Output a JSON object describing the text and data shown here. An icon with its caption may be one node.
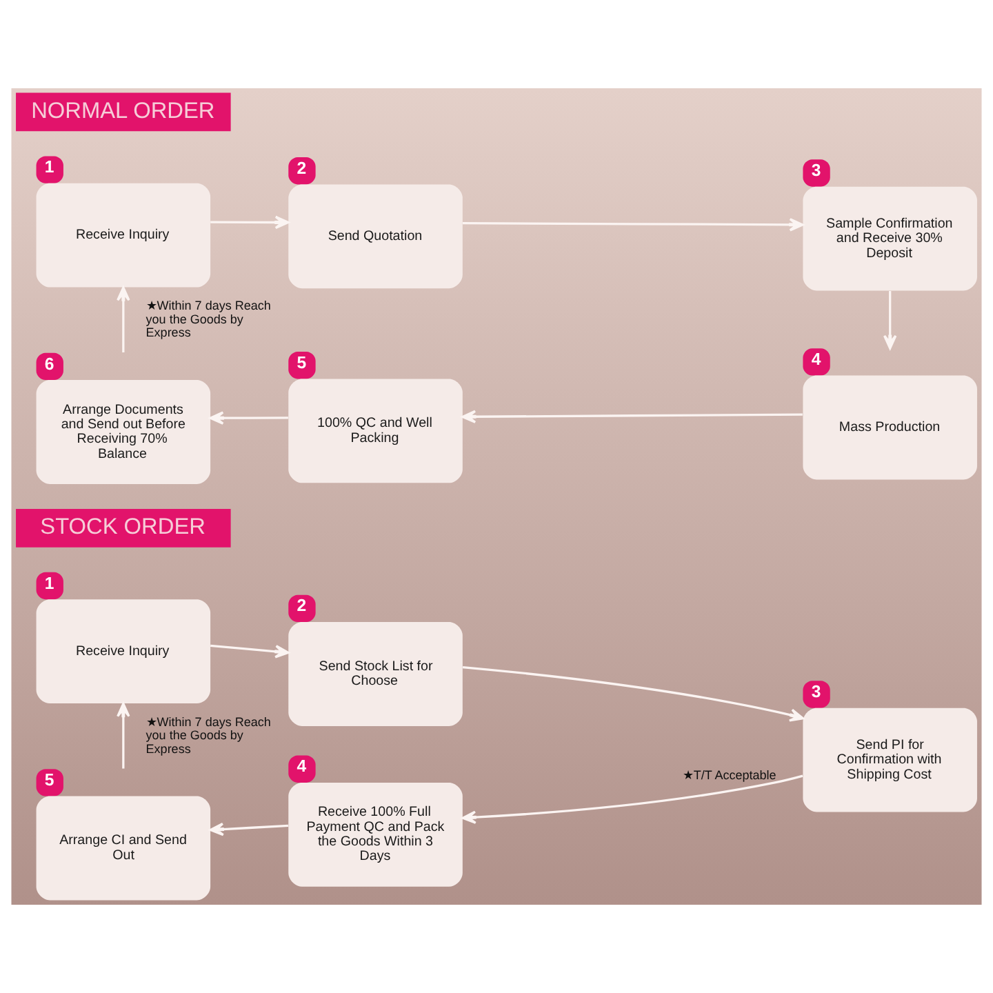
{
  "diagram": {
    "nodes": [
      {
        "text": [
          "NORMAL ORDER"
        ]
      },
      {
        "text": [
          "Receive Inquiry"
        ],
        "beside": [
          "1"
        ]
      },
      {
        "text": [
          "Send Quotation"
        ],
        "beside": [
          "2"
        ]
      },
      {
        "text": [
          "Sample Confirmation and Receive 30% Deposit"
        ],
        "beside": [
          "3"
        ]
      },
      {
        "text": [
          "Mass Production"
        ],
        "beside": [
          "4"
        ]
      },
      {
        "text": [
          "100% QC and Well Packing"
        ],
        "beside": [
          "5"
        ]
      },
      {
        "text": [
          "Arrange Documents and Send out Before Receiving 70% Balance"
        ],
        "beside": [
          "6"
        ]
      },
      {
        "text": [
          "STOCK ORDER"
        ]
      },
      {
        "text": [
          "Receive Inquiry"
        ],
        "beside": [
          "1"
        ]
      },
      {
        "text": [
          "Send Stock List for Choose"
        ],
        "beside": [
          "2"
        ]
      },
      {
        "text": [
          "Send PI for Confirmation with Shipping Cost"
        ],
        "beside": [
          "3"
        ]
      },
      {
        "text": [
          "Receive 100% Full Payment QC and Pack the Goods Within 3 Days"
        ],
        "beside": [
          "4"
        ]
      },
      {
        "text": [
          "Arrange CI and Send Out"
        ],
        "beside": [
          "5"
        ]
      }
    ],
    "edges": [
      {
        "from": 1,
        "to": 2,
        "arrow": "to"
      },
      {
        "from": 2,
        "to": 3,
        "arrow": "to"
      },
      {
        "from": 3,
        "to": 4,
        "arrow": "to"
      },
      {
        "from": 4,
        "to": 5,
        "arrow": "to"
      },
      {
        "from": 5,
        "to": 6,
        "arrow": "to"
      },
      {
        "from": 6,
        "to": 1,
        "arrow": "to",
        "label": "★Within 7 days Reach you the Goods by Express"
      },
      {
        "from": 8,
        "to": 9,
        "arrow": "to"
      },
      {
        "from": 9,
        "to": 10,
        "arrow": "to"
      },
      {
        "from": 10,
        "to": 11,
        "arrow": "to",
        "label": "★T/T Acceptable"
      },
      {
        "from": 11,
        "to": 12,
        "arrow": "to"
      },
      {
        "from": 12,
        "to": 8,
        "arrow": "to",
        "label": "★Within 7 days Reach you the Goods by Express"
      }
    ]
  }
}
